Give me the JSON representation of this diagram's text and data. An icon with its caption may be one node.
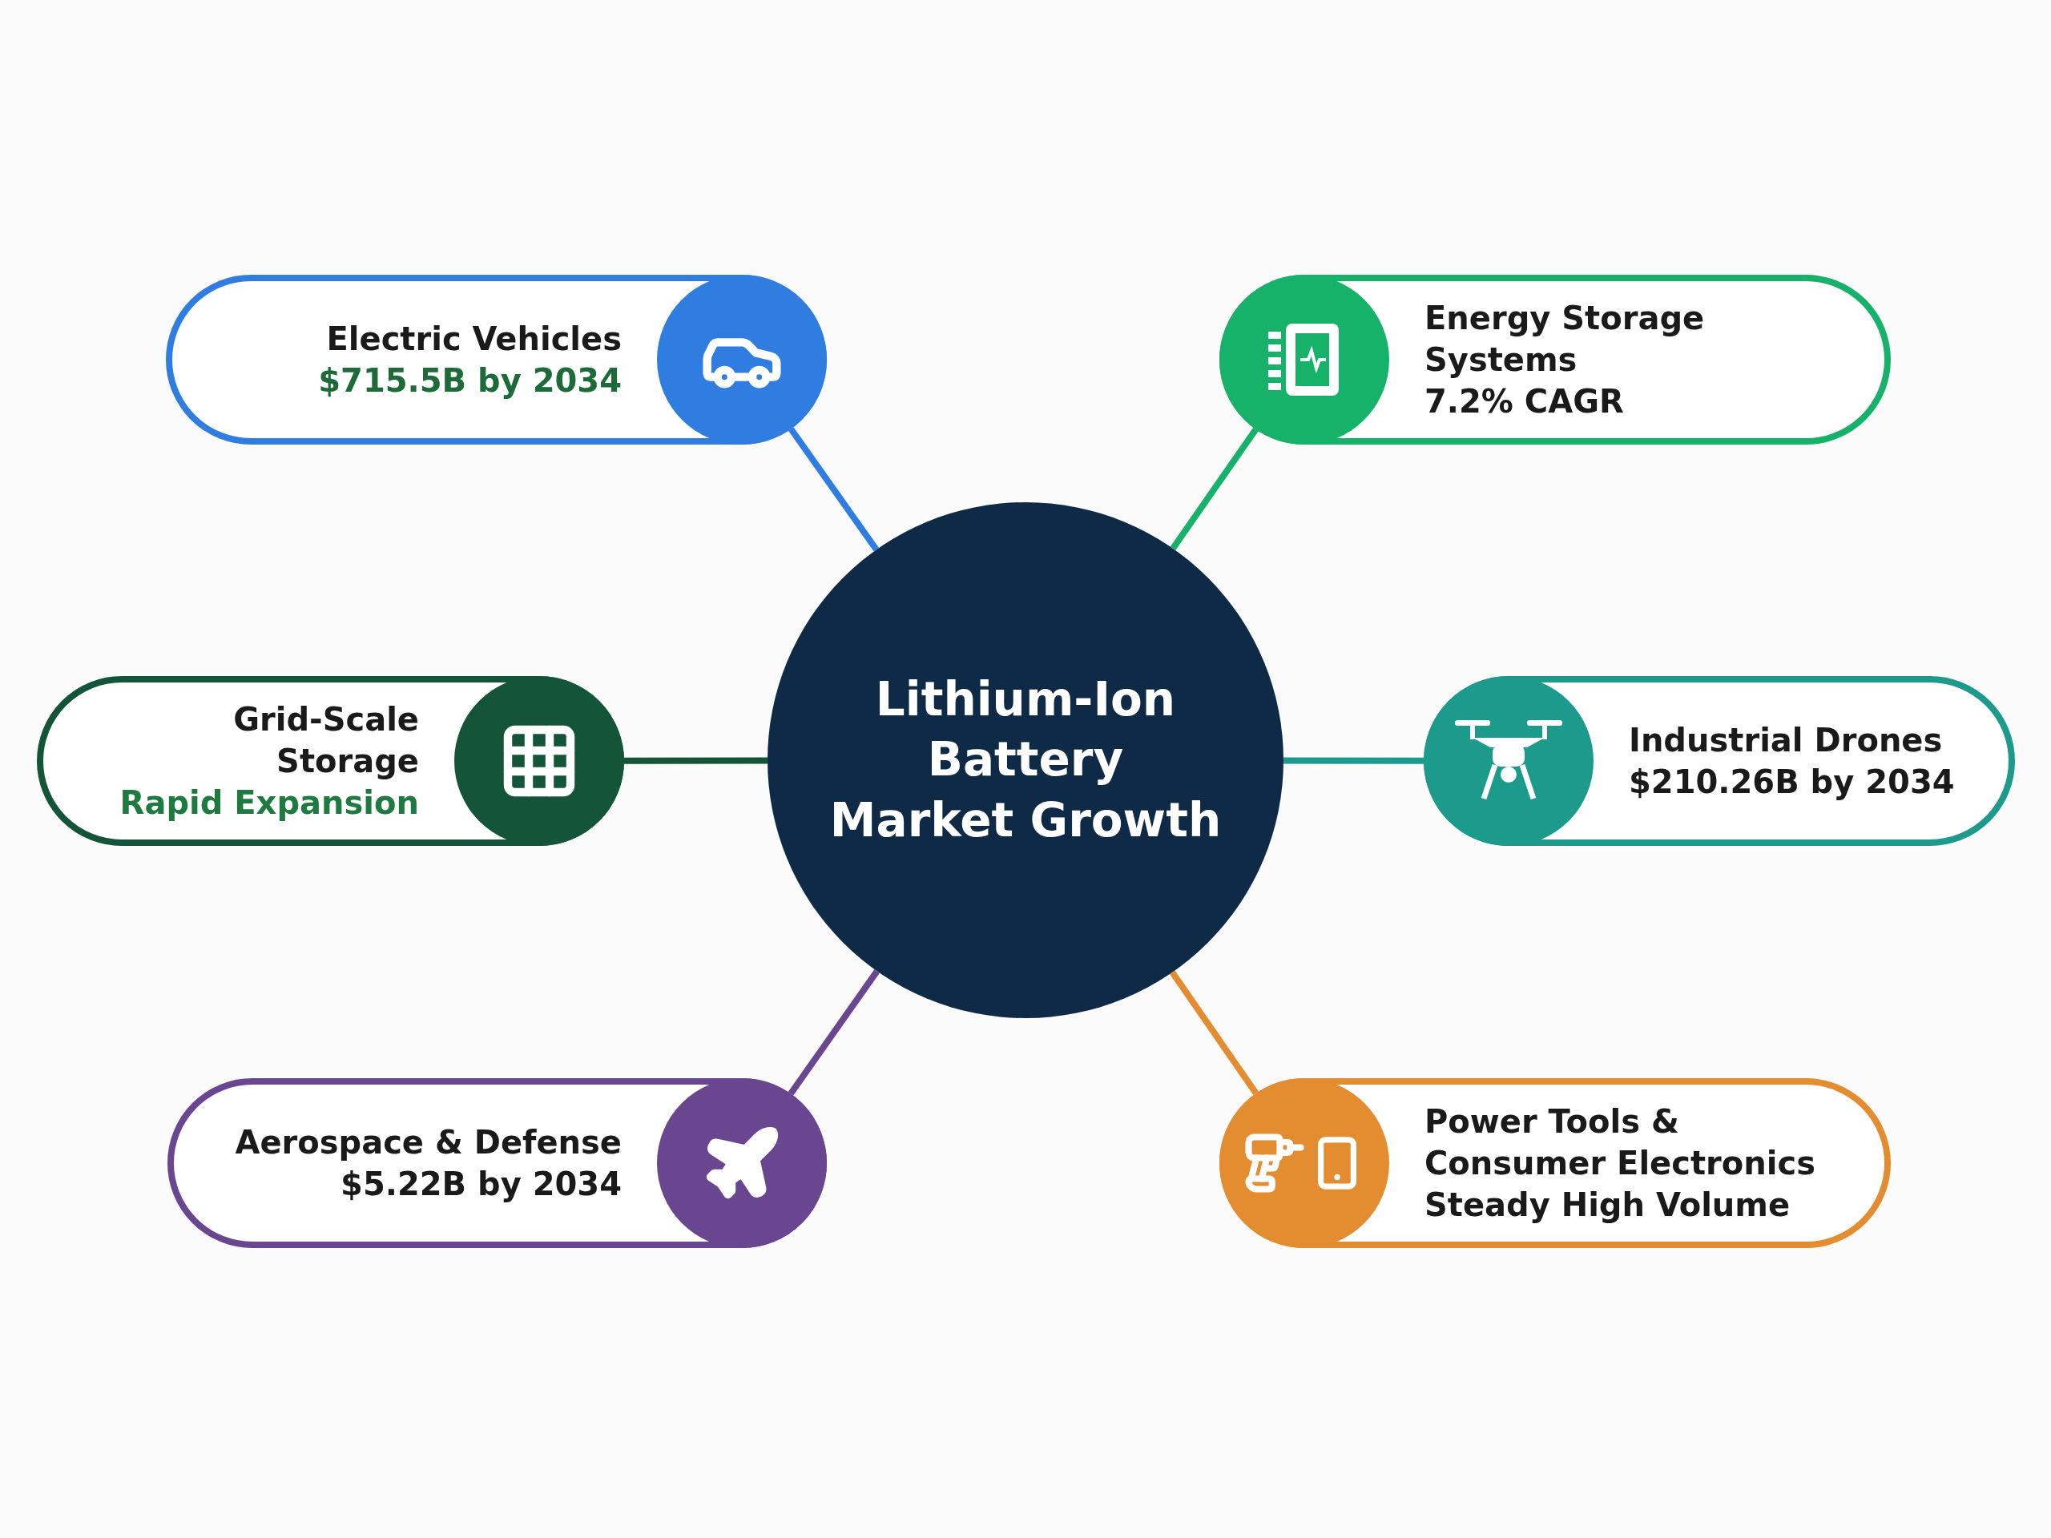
{
  "diagram": {
    "nodes": [
      {
        "text": [
          "Lithium-Ion Battery Market Growth"
        ]
      },
      {
        "text": [
          "Electric Vehicles",
          "$715.5B by 2034"
        ]
      },
      {
        "text": [
          "Energy Storage Systems",
          "7.2% CAGR"
        ]
      },
      {
        "text": [
          "Grid-Scale Storage",
          "Rapid Expansion"
        ]
      },
      {
        "text": [
          "Industrial Drones",
          "$210.26B by 2034"
        ]
      },
      {
        "text": [
          "Aerospace & Defense",
          "$5.22B by 2034"
        ]
      },
      {
        "text": [
          "Power Tools & Consumer Electronics",
          "Steady High Volume"
        ]
      }
    ],
    "edges": [
      {
        "from": 0,
        "to": 1,
        "arrow": "none",
        "color": "#2f7de1"
      },
      {
        "from": 0,
        "to": 2,
        "arrow": "none",
        "color": "#17b26a"
      },
      {
        "from": 0,
        "to": 3,
        "arrow": "none",
        "color": "#14553a"
      },
      {
        "from": 0,
        "to": 4,
        "arrow": "none",
        "color": "#1c9a8c"
      },
      {
        "from": 0,
        "to": 5,
        "arrow": "none",
        "color": "#6a4690"
      },
      {
        "from": 0,
        "to": 6,
        "arrow": "none",
        "color": "#e48d30"
      }
    ]
  }
}
